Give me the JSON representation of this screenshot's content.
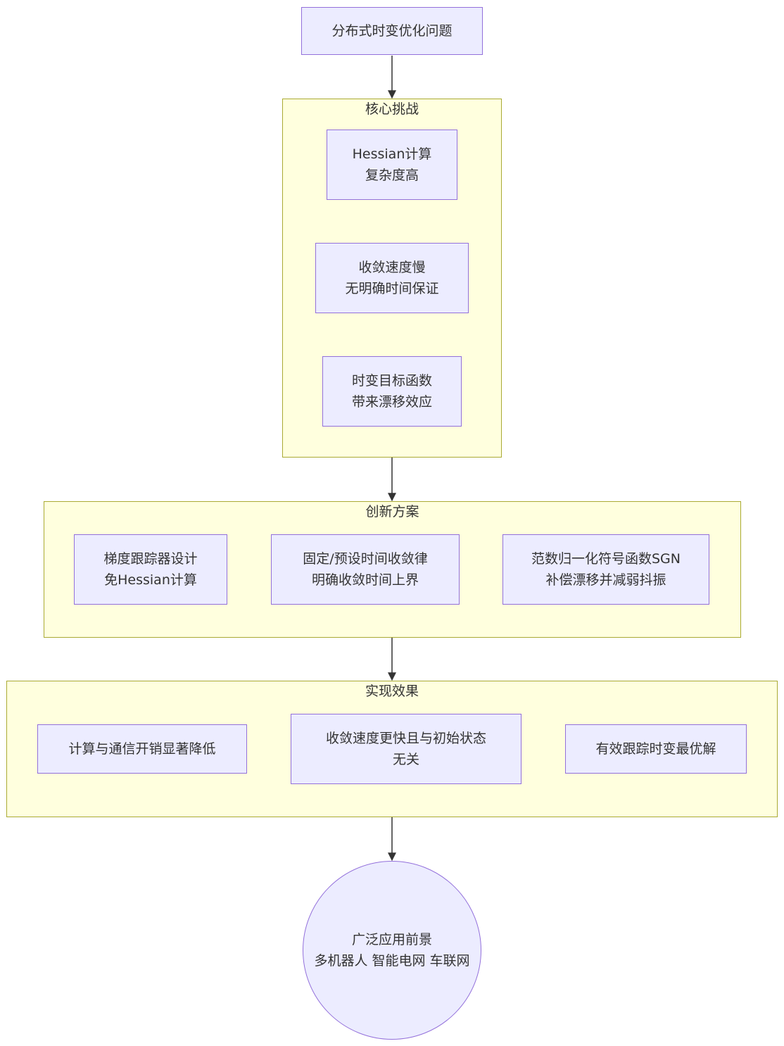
{
  "nodes": {
    "problem": {
      "line1": "分布式时变优化问题"
    },
    "hessian": {
      "line1": "Hessian计算",
      "line2": "复杂度高"
    },
    "slow": {
      "line1": "收敛速度慢",
      "line2": "无明确时间保证"
    },
    "drift": {
      "line1": "时变目标函数",
      "line2": "带来漂移效应"
    },
    "tracker": {
      "line1": "梯度跟踪器设计",
      "line2": "免Hessian计算"
    },
    "fixed_time": {
      "line1": "固定/预设时间收敛律",
      "line2": "明确收敛时间上界"
    },
    "sgn": {
      "line1": "范数归一化符号函数SGN",
      "line2": "补偿漂移并减弱抖振"
    },
    "cost": {
      "line1": "计算与通信开销显著降低"
    },
    "speed": {
      "line1": "收敛速度更快且与初始状态",
      "line2": "无关"
    },
    "track": {
      "line1": "有效跟踪时变最优解"
    },
    "prospect": {
      "line1": "广泛应用前景",
      "line2": "多机器人 智能电网 车联网"
    }
  },
  "clusters": {
    "challenges": {
      "title": "核心挑战"
    },
    "innovation": {
      "title": "创新方案"
    },
    "results": {
      "title": "实现效果"
    }
  },
  "colors": {
    "node_fill": "#ececff",
    "node_border": "#9370db",
    "cluster_fill": "#ffffde",
    "cluster_border": "#aaaa33",
    "edge": "#333333"
  }
}
